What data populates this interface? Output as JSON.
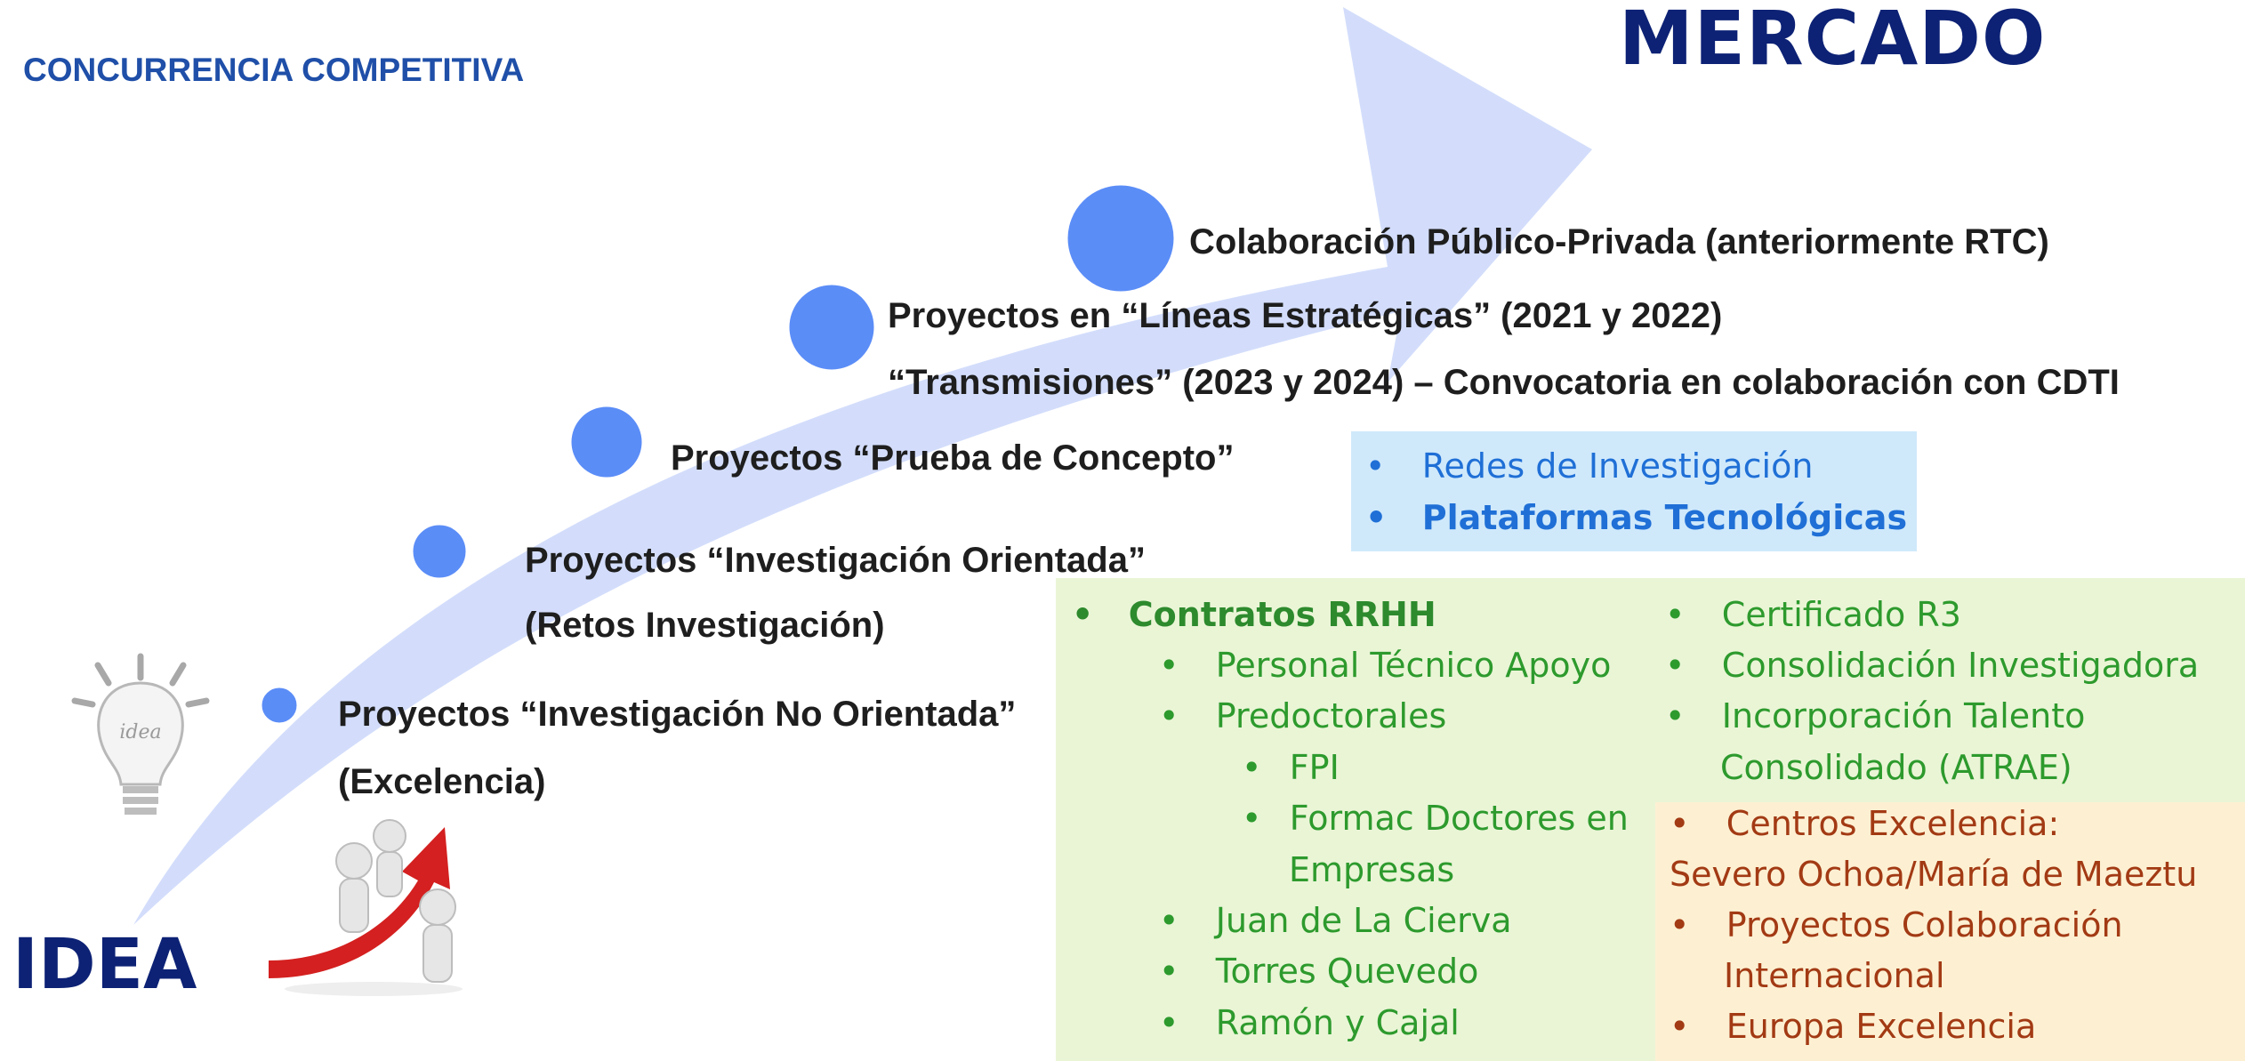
{
  "header": {
    "title": "CONCURRENCIA COMPETITIVA",
    "goal": "MERCADO",
    "start": "IDEA"
  },
  "colors": {
    "arrow": "#d3ddfb",
    "dot": "#5b8df7",
    "title_blue": "#1f4fa8",
    "navy": "#0d2275",
    "box_blue": "#cfe9fb",
    "box_green": "#eaf5d6",
    "box_orange": "#fdf0d2"
  },
  "icons": [
    "idea-lightbulb-icon",
    "teamwork-arrow-illustration"
  ],
  "bulb_text": "idea",
  "stages": [
    {
      "line1": "Proyectos “Investigación No Orientada”",
      "line2": "(Excelencia)"
    },
    {
      "line1": "Proyectos “Investigación Orientada”",
      "line2": "(Retos Investigación)"
    },
    {
      "line1": "Proyectos “Prueba de Concepto”"
    },
    {
      "line1": "Proyectos en “Líneas Estratégicas” (2021 y 2022)",
      "line2": "“Transmisiones” (2023 y 2024) – Convocatoria en colaboración con CDTI"
    },
    {
      "line1": "Colaboración Público-Privada (anteriormente RTC)"
    }
  ],
  "blue_box": {
    "items": [
      "Redes de Investigación",
      "Plataformas Tecnológicas"
    ]
  },
  "green_box": {
    "heading": "Contratos RRHH",
    "sub": [
      "Personal Técnico Apoyo",
      "Predoctorales"
    ],
    "predoc": [
      "FPI",
      "Formac Doctores en",
      "Empresas"
    ],
    "sub2": [
      "Juan de La Cierva",
      "Torres Quevedo",
      "Ramón y Cajal"
    ],
    "right": [
      "Certificado R3",
      "Consolidación Investigadora",
      "Incorporación Talento",
      "Consolidado (ATRAE)"
    ]
  },
  "orange_box": {
    "items": [
      "Centros Excelencia:",
      "Severo Ochoa/María de Maeztu",
      "Proyectos Colaboración",
      "Internacional",
      "Europa Excelencia"
    ]
  },
  "bullet": "•"
}
